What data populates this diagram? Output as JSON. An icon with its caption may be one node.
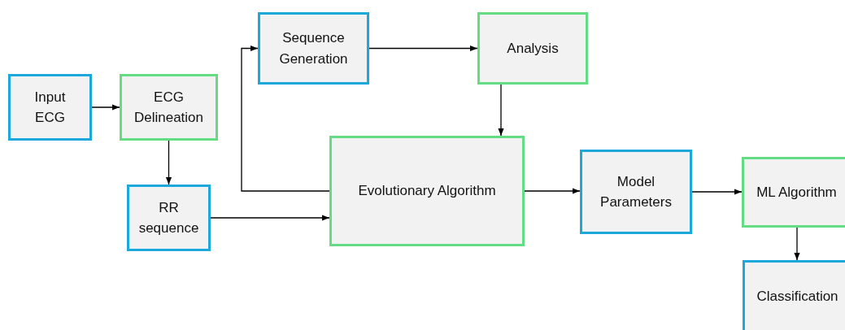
{
  "diagram": {
    "nodes": [
      {
        "text": [
          "Input ECG"
        ]
      },
      {
        "text": [
          "ECG Delineation"
        ]
      },
      {
        "text": [
          "RR sequence"
        ]
      },
      {
        "text": [
          "Sequence Generation"
        ]
      },
      {
        "text": [
          "Analysis"
        ]
      },
      {
        "text": [
          "Evolutionary Algorithm"
        ]
      },
      {
        "text": [
          "Model Parameters"
        ]
      },
      {
        "text": [
          "ML Algorithm"
        ]
      },
      {
        "text": [
          "Classification"
        ]
      }
    ],
    "edges": [
      {
        "from": 0,
        "to": 1,
        "arrow": "to"
      },
      {
        "from": 1,
        "to": 2,
        "arrow": "to"
      },
      {
        "from": 2,
        "to": 5,
        "arrow": "to"
      },
      {
        "from": 5,
        "to": 3,
        "arrow": "to"
      },
      {
        "from": 3,
        "to": 4,
        "arrow": "to"
      },
      {
        "from": 4,
        "to": 5,
        "arrow": "to"
      },
      {
        "from": 5,
        "to": 6,
        "arrow": "to"
      },
      {
        "from": 6,
        "to": 7,
        "arrow": "to"
      },
      {
        "from": 7,
        "to": 8,
        "arrow": "to"
      }
    ]
  }
}
